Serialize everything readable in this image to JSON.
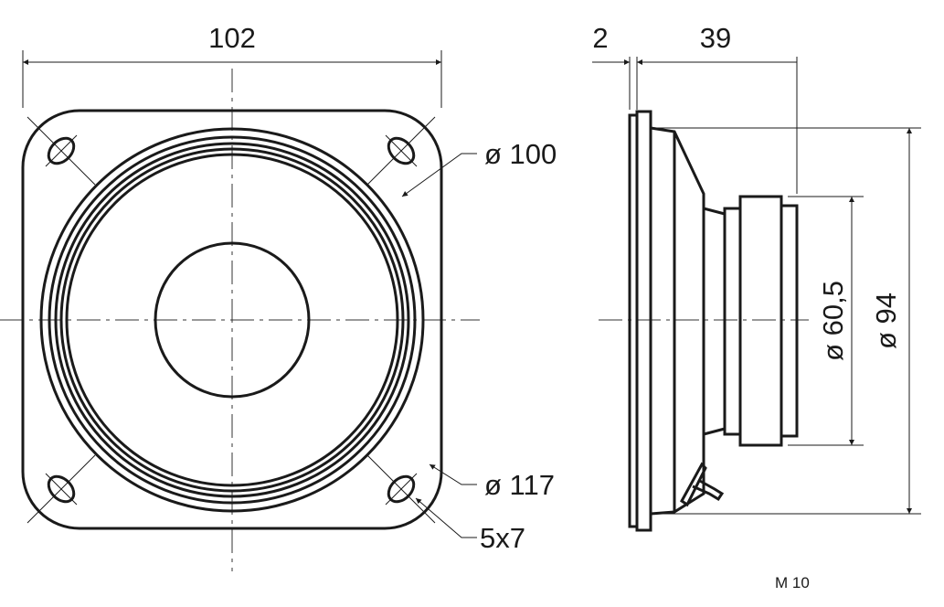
{
  "front_view": {
    "width_dim": "102",
    "cone_dia": "ø 100",
    "hole_circle_dia": "ø 117",
    "hole_size": "5x7"
  },
  "side_view": {
    "flange_dim": "2",
    "depth_dim": "39",
    "magnet_dia": "ø 60,5",
    "basket_dia": "ø 94"
  },
  "model": "M 10"
}
